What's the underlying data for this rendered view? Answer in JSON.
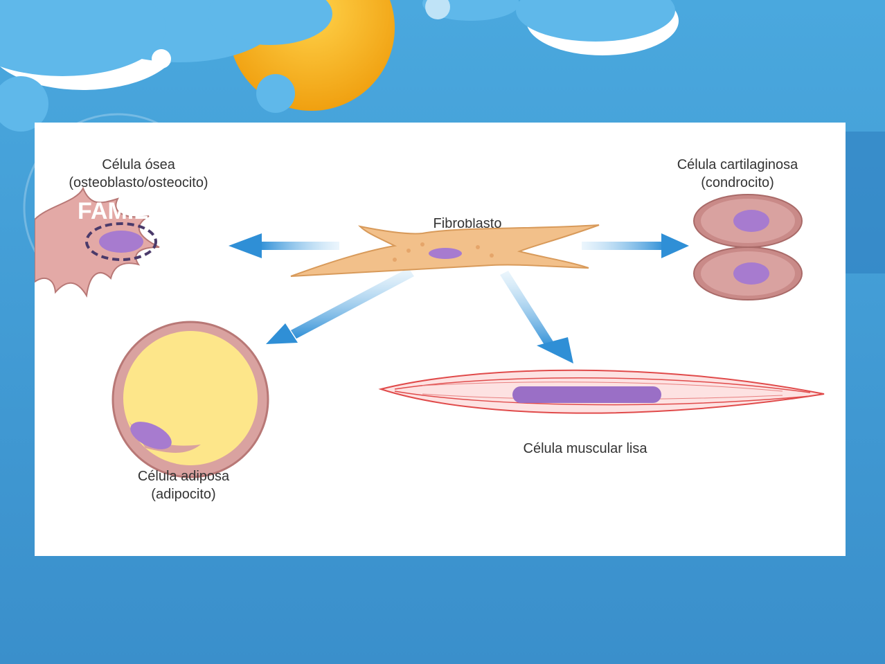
{
  "slide": {
    "title": "FAMILIA DE LAS CÉLULAS DEL TEJIDO CONECTIVO"
  },
  "diagram": {
    "center": "Fibroblasto",
    "bone_cell": {
      "name": "Célula ósea",
      "detail": "(osteoblasto/osteocito)"
    },
    "cartilage_cell": {
      "name": "Célula cartilaginosa",
      "detail": "(condrocito)"
    },
    "fat_cell": {
      "name": "Célula adiposa",
      "detail": "(adipocito)"
    },
    "smooth_muscle_cell": {
      "name": "Célula muscular lisa"
    }
  },
  "colors": {
    "background_blue": "#3f9fd8",
    "cloud_blue": "#5fb8ea",
    "sun": "#f5b21d",
    "arrow": "#2f8fd6",
    "fibroblast": "#f0b87a",
    "nucleus": "#9a6fc6",
    "bone": "#d99a98",
    "cartilage": "#c98a88",
    "fat": "#fde68a",
    "muscle_line": "#e04a4a"
  }
}
